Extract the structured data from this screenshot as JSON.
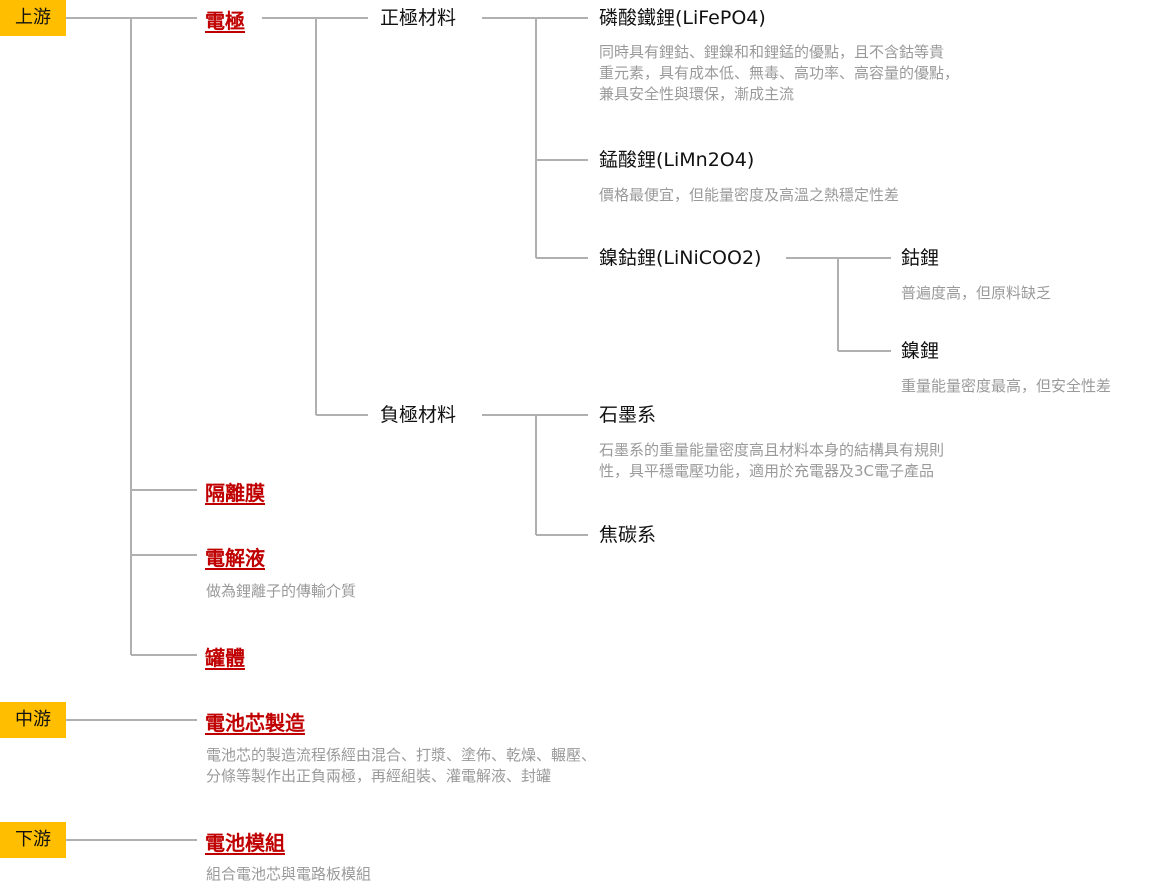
{
  "tiers": {
    "upstream": "上游",
    "midstream": "中游",
    "downstream": "下游"
  },
  "upstream": {
    "electrode": "電極",
    "separator": "隔離膜",
    "electrolyte": "電解液",
    "electrolyte_desc": "做為鋰離子的傳輸介質",
    "can": "罐體",
    "cathode": {
      "label": "正極材料",
      "lfp": "磷酸鐵鋰(LiFePO4)",
      "lfp_desc": "同時具有鋰鈷、鋰鎳和和鋰錳的優點，且不含鈷等貴\n重元素，具有成本低、無毒、高功率、高容量的優點，\n兼具安全性與環保，漸成主流",
      "lmo": "錳酸鋰(LiMn2O4)",
      "lmo_desc": "價格最便宜，但能量密度及高溫之熱穩定性差",
      "nco": "鎳鈷鋰(LiNiCOO2)",
      "lco": "鈷鋰",
      "lco_desc": "普遍度高，但原料缺乏",
      "lno": "鎳鋰",
      "lno_desc": "重量能量密度最高，但安全性差"
    },
    "anode": {
      "label": "負極材料",
      "graphite": "石墨系",
      "graphite_desc": "石墨系的重量能量密度高且材料本身的結構具有規則\n性，具平穩電壓功能，適用於充電器及3C電子產品",
      "coke": "焦碳系"
    }
  },
  "midstream": {
    "cell": "電池芯製造",
    "cell_desc": "電池芯的製造流程係經由混合、打漿、塗佈、乾燥、輾壓、\n分條等製作出正負兩極，再經組裝、灌電解液、封罐"
  },
  "downstream": {
    "module": "電池模組",
    "module_desc": "組合電池芯與電路板模組"
  },
  "colors": {
    "tier_bg": "#ffbf00",
    "link": "#c00000",
    "line": "#b0b0b0",
    "desc": "#9a9a9a"
  }
}
